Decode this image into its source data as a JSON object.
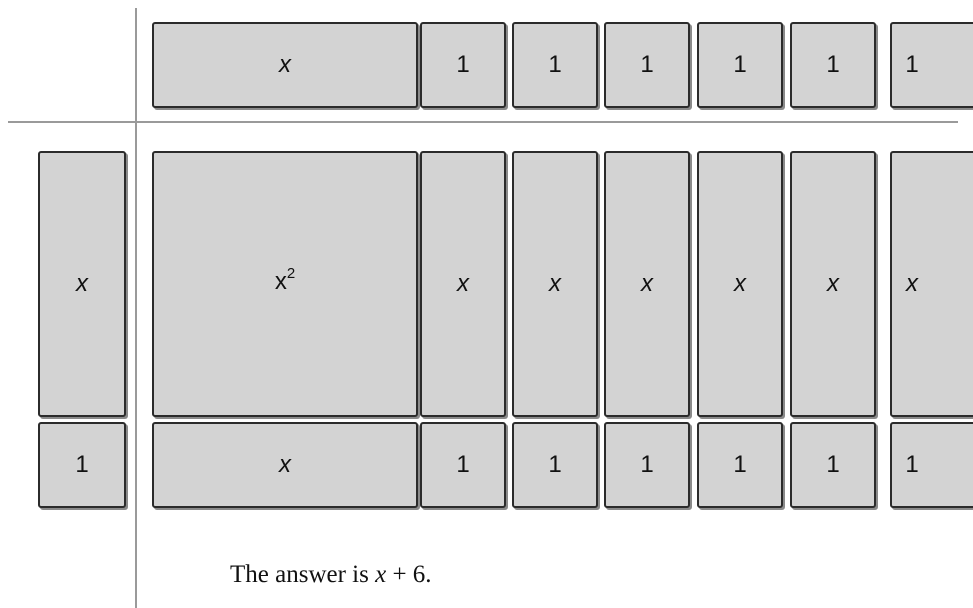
{
  "top_factor": {
    "tiles": [
      {
        "label": "x",
        "kind": "var"
      },
      {
        "label": "1",
        "kind": "unit"
      },
      {
        "label": "1",
        "kind": "unit"
      },
      {
        "label": "1",
        "kind": "unit"
      },
      {
        "label": "1",
        "kind": "unit"
      },
      {
        "label": "1",
        "kind": "unit"
      },
      {
        "label": "1",
        "kind": "unit"
      }
    ]
  },
  "left_factor": {
    "tiles": [
      {
        "label": "x",
        "kind": "var"
      },
      {
        "label": "1",
        "kind": "unit"
      }
    ]
  },
  "product": {
    "square": {
      "base": "x",
      "exponent": "2"
    },
    "x_row_tiles": [
      "x",
      "x",
      "x",
      "x",
      "x",
      "x"
    ],
    "unit_row": {
      "x_tile": "x",
      "unit_tiles": [
        "1",
        "1",
        "1",
        "1",
        "1",
        "1"
      ]
    }
  },
  "caption": {
    "prefix": "The answer is ",
    "var": "x",
    "suffix": " + 6."
  },
  "colors": {
    "tile_fill": "#d3d3d3",
    "tile_border": "#2b2b2b",
    "rule": "#9a9a9a"
  }
}
